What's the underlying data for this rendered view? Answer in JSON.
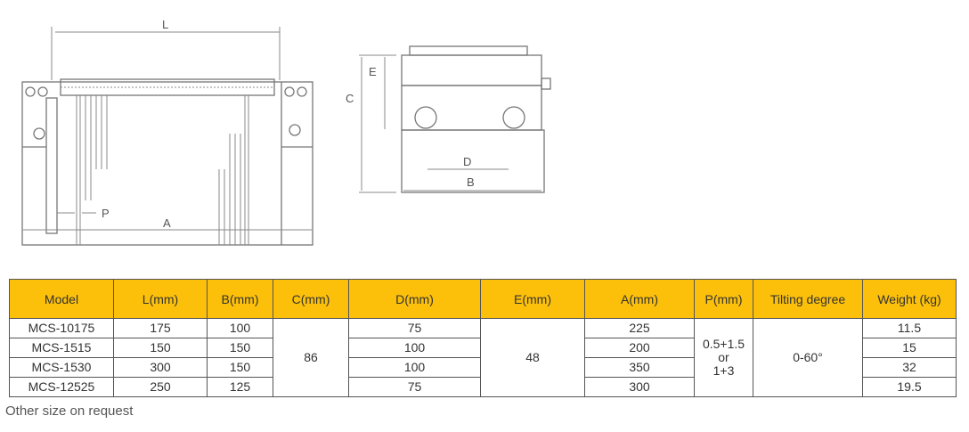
{
  "drawing": {
    "front_labels": {
      "L": "L",
      "P": "P",
      "A": "A"
    },
    "side_labels": {
      "C": "C",
      "E": "E",
      "D": "D",
      "B": "B"
    }
  },
  "table": {
    "headers": [
      "Model",
      "L(mm)",
      "B(mm)",
      "C(mm)",
      "D(mm)",
      "E(mm)",
      "A(mm)",
      "P(mm)",
      "Tilting degree",
      "Weight (kg)"
    ],
    "rows": [
      {
        "model": "MCS-10175",
        "L": "175",
        "B": "100",
        "D": "75",
        "A": "225",
        "weight": "11.5"
      },
      {
        "model": "MCS-1515",
        "L": "150",
        "B": "150",
        "D": "100",
        "A": "200",
        "weight": "15"
      },
      {
        "model": "MCS-1530",
        "L": "300",
        "B": "150",
        "D": "100",
        "A": "350",
        "weight": "32"
      },
      {
        "model": "MCS-12525",
        "L": "250",
        "B": "125",
        "D": "75",
        "A": "300",
        "weight": "19.5"
      }
    ],
    "merged": {
      "C": "86",
      "E": "48",
      "P_line1": "0.5+1.5",
      "P_line2": "or",
      "P_line3": "1+3",
      "tilting": "0-60°"
    }
  },
  "note": "Other size on request",
  "colors": {
    "header_bg": "#fcc00a"
  }
}
